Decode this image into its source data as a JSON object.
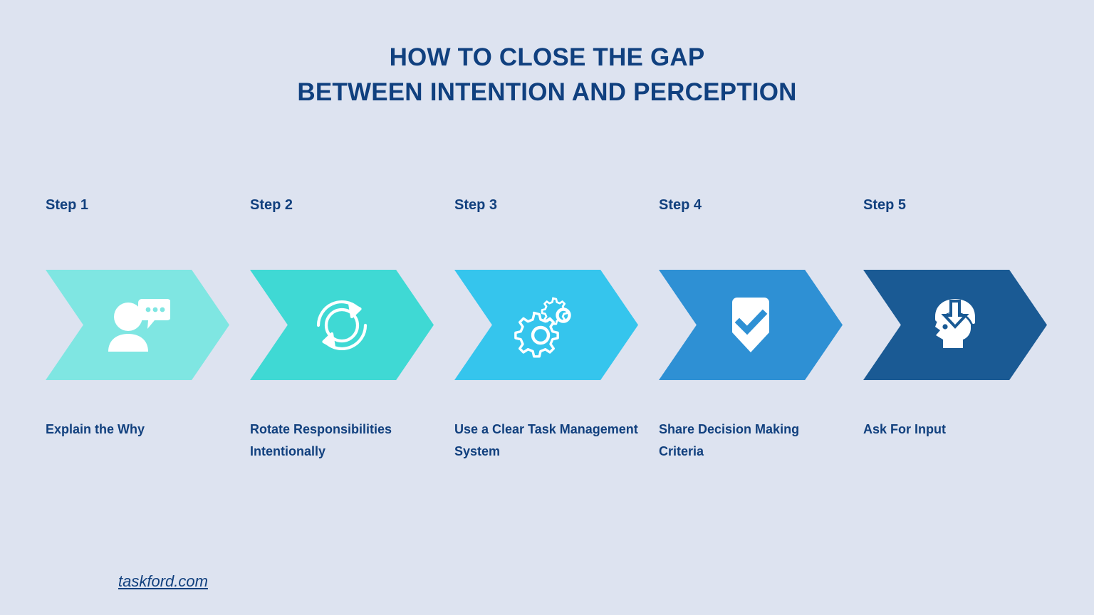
{
  "page": {
    "background_color": "#dde3f0",
    "text_color": "#11407e"
  },
  "title": {
    "line1": "HOW TO CLOSE THE GAP",
    "line2": "BETWEEN INTENTION AND PERCEPTION"
  },
  "steps": [
    {
      "label": "Step 1",
      "caption": "Explain the Why",
      "color": "#7fe6e2",
      "icon": "person-speech-bubble-icon"
    },
    {
      "label": "Step 2",
      "caption": "Rotate Responsibilities Intentionally",
      "color": "#3fd9d4",
      "icon": "rotate-arrows-icon"
    },
    {
      "label": "Step 3",
      "caption": "Use a Clear Task Management System",
      "color": "#35c5ed",
      "icon": "gears-icon"
    },
    {
      "label": "Step 4",
      "caption": "Share Decision Making Criteria",
      "color": "#2e90d4",
      "icon": "shield-check-icon"
    },
    {
      "label": "Step 5",
      "caption": "Ask For Input",
      "color": "#1a5a94",
      "icon": "head-input-arrow-icon"
    }
  ],
  "footer": {
    "link_text": "taskford.com"
  }
}
